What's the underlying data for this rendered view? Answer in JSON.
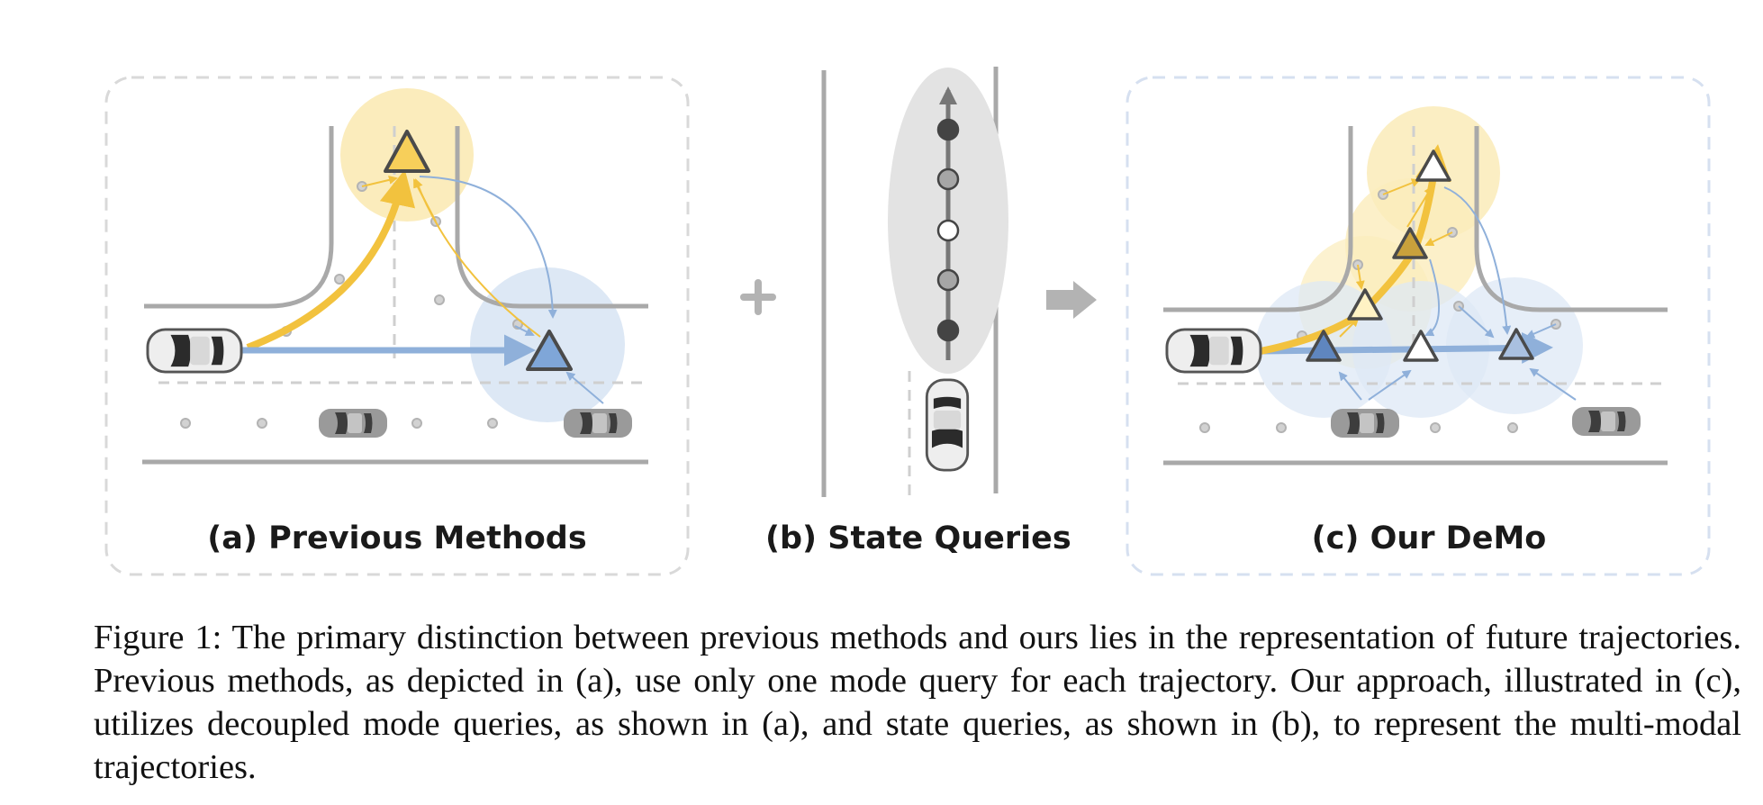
{
  "panels": {
    "a": {
      "label": "(a) Previous Methods"
    },
    "b": {
      "label": "(b) State Queries"
    },
    "c": {
      "label": "(c) Our DeMo"
    }
  },
  "operators": {
    "plus": "+",
    "arrow": "arrow-right"
  },
  "colors": {
    "yellow_mode": "#f2c23e",
    "yellow_fill": "#f7cf5a",
    "blue_mode": "#8fb0da",
    "blue_fill": "#7fa6d8",
    "blue_halo": "#dde8f5",
    "yellow_halo": "#fbecbc",
    "road": "#a9a9a9",
    "state_query_halo": "#e3e3e3",
    "panel_border_a": "#d9d9d9",
    "panel_border_c": "#d6e0f0"
  },
  "state_queries": [
    "dark",
    "mid-gray",
    "white",
    "mid-gray",
    "dark"
  ],
  "caption": "Figure 1: The primary distinction between previous methods and ours lies in the representation of future trajectories. Previous methods, as depicted in (a), use only one mode query for each trajectory. Our approach, illustrated in (c), utilizes decoupled mode queries, as shown in (a), and state queries, as shown in (b), to represent the multi-modal trajectories."
}
